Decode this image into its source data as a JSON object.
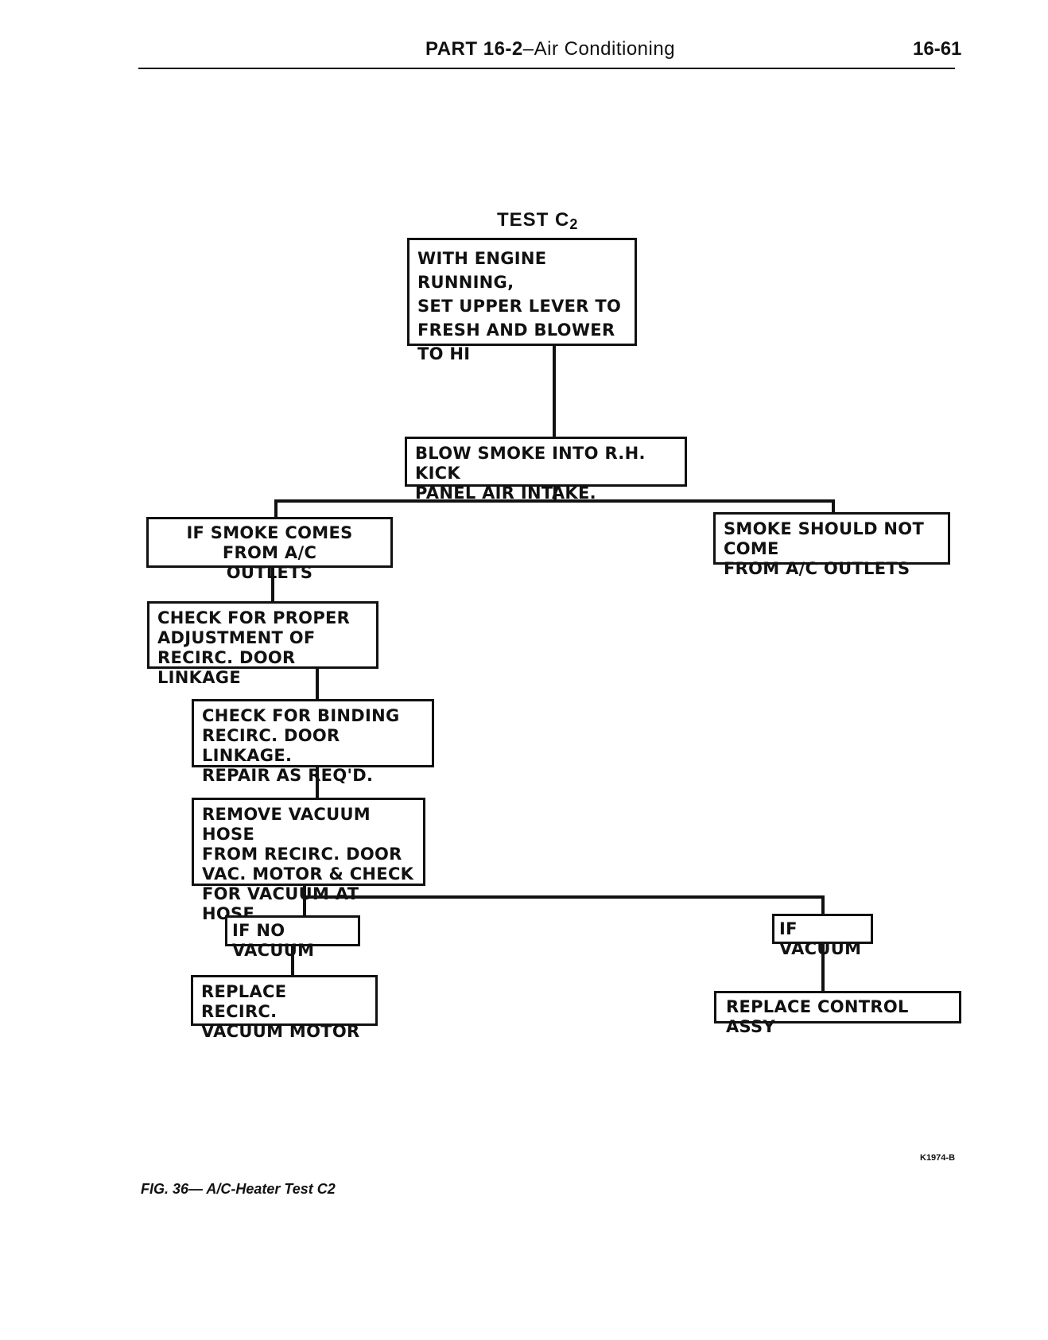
{
  "header": {
    "part": "PART 16-2",
    "section": "–Air Conditioning",
    "page_number": "16-61"
  },
  "diagram": {
    "title": "TEST C",
    "title_subscript": "2",
    "nodes": {
      "start": "WITH ENGINE RUNNING,\nSET UPPER LEVER TO\nFRESH AND BLOWER\nTO HI",
      "blow_smoke": "BLOW SMOKE INTO R.H. KICK\nPANEL AIR INTAKE.",
      "if_smoke": "IF SMOKE COMES FROM A/C\nOUTLETS",
      "smoke_not": "SMOKE SHOULD NOT COME\nFROM A/C OUTLETS",
      "check_adjust": "CHECK FOR PROPER\nADJUSTMENT OF\nRECIRC. DOOR LINKAGE",
      "check_binding": "CHECK FOR BINDING\nRECIRC. DOOR LINKAGE.\nREPAIR AS REQ'D.",
      "remove_hose": "REMOVE VACUUM HOSE\nFROM RECIRC. DOOR\nVAC. MOTOR & CHECK\nFOR VACUUM AT HOSE",
      "if_no_vacuum": "IF NO VACUUM",
      "if_vacuum": "IF VACUUM",
      "replace_motor": "REPLACE RECIRC.\nVACUUM MOTOR",
      "replace_control": "REPLACE CONTROL ASSY"
    }
  },
  "figure_id": "K1974-B",
  "caption": "FIG. 36— A/C-Heater Test C2"
}
